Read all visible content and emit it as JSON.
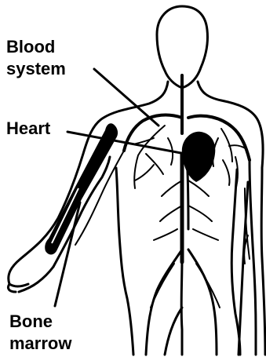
{
  "labels": {
    "blood_system": [
      "Blood",
      "system"
    ],
    "heart": "Heart",
    "bone_marrow": [
      "Bone",
      "marrow"
    ]
  },
  "colors": {
    "ink": "#000000",
    "paper": "#ffffff"
  }
}
